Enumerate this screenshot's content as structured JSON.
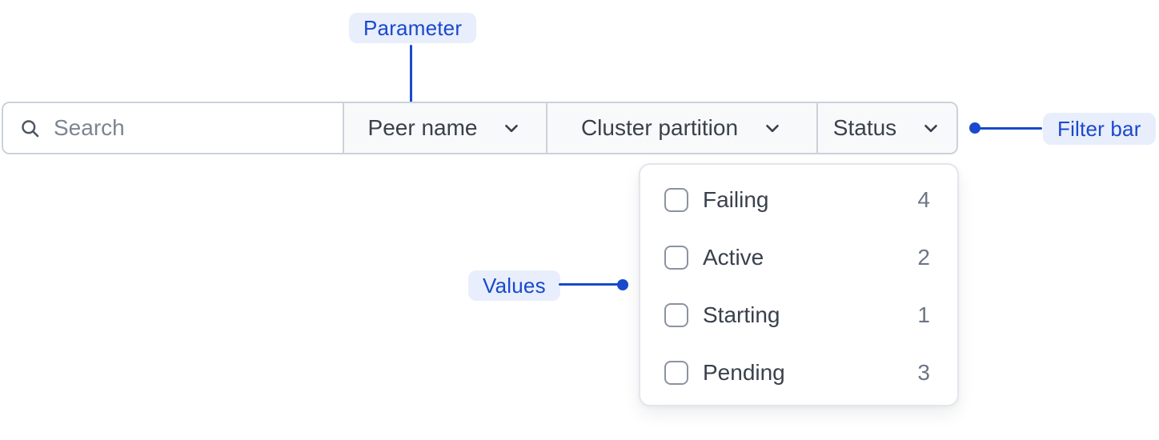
{
  "colors": {
    "annotation_blue": "#1a49cd",
    "annotation_bg": "#e8eefb",
    "bar_border": "#cbd1d9",
    "section_bg": "#f8f9fa",
    "text_dark": "#3a414c",
    "text_muted": "#6d7585",
    "placeholder": "#7d8591",
    "checkbox_border": "#8b93a1",
    "panel_border": "#e3e6eb"
  },
  "annotations": {
    "parameter_label": "Parameter",
    "filter_bar_label": "Filter bar",
    "values_label": "Values"
  },
  "filter_bar": {
    "search_placeholder": "Search",
    "dropdowns": [
      {
        "label": "Peer name"
      },
      {
        "label": "Cluster partition"
      },
      {
        "label": "Status"
      }
    ]
  },
  "status_menu": {
    "options": [
      {
        "label": "Failing",
        "count": "4",
        "checked": false
      },
      {
        "label": "Active",
        "count": "2",
        "checked": false
      },
      {
        "label": "Starting",
        "count": "1",
        "checked": false
      },
      {
        "label": "Pending",
        "count": "3",
        "checked": false
      }
    ]
  }
}
